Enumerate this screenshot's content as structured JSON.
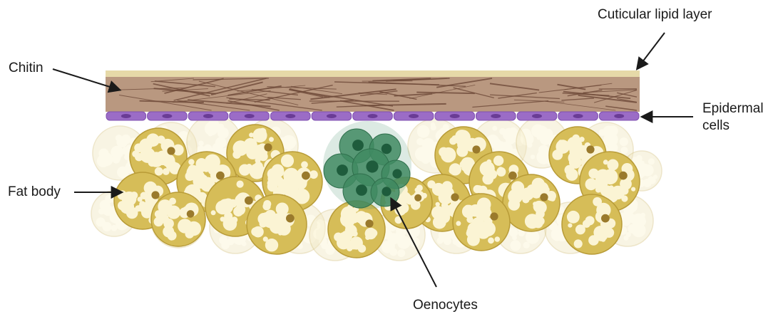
{
  "labels": {
    "cuticular_lipid_layer": "Cuticular lipid layer",
    "chitin": "Chitin",
    "epidermal_cells_line1": "Epidermal",
    "epidermal_cells_line2": "cells",
    "fat_body": "Fat body",
    "oenocytes": "Oenocytes"
  },
  "colors": {
    "lipid_layer": "#e6d9a8",
    "chitin": "#b99880",
    "chitin_fibers": "#6e4a38",
    "epidermal_cell": "#9b6cc6",
    "epidermal_nucleus": "#6a3c95",
    "fat_cell": "#d6bd58",
    "fat_cell_light": "#f1e7c2",
    "fat_vacuole": "#fbf4d4",
    "fat_nucleus": "#9a7a2c",
    "oenocyte": "#3f8a62",
    "oenocyte_nucleus": "#1e5c3c",
    "arrow": "#1a1a1a"
  }
}
